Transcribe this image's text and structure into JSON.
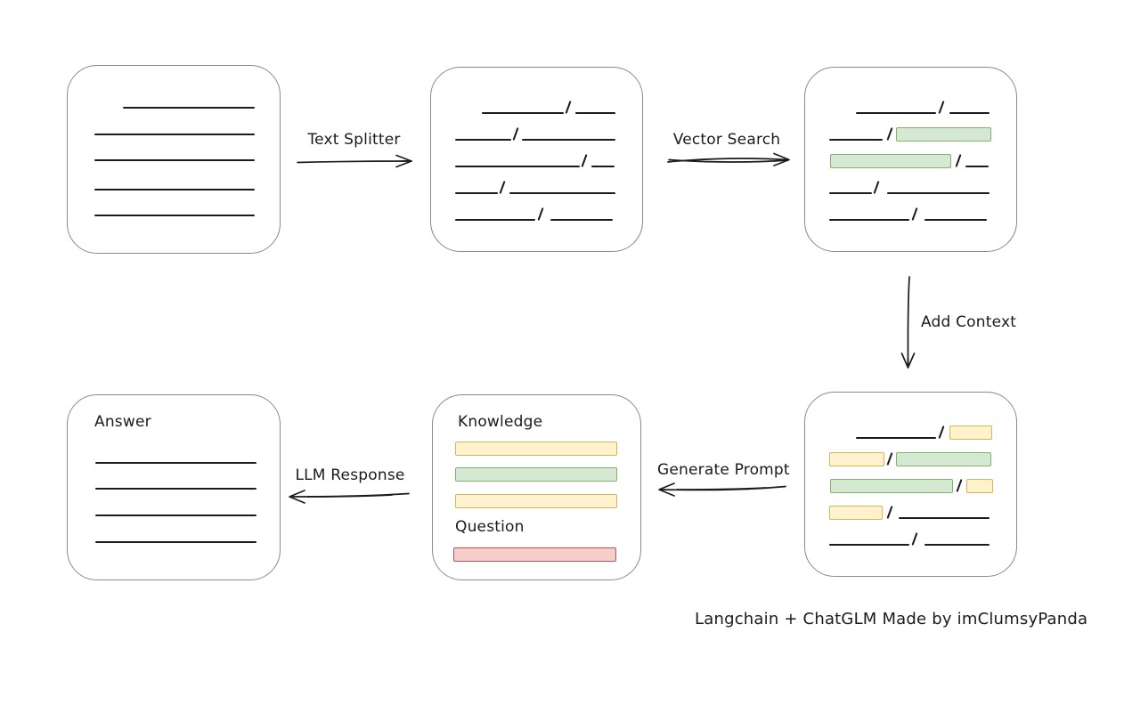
{
  "diagram": {
    "arrow_labels": {
      "text_splitter": "Text Splitter",
      "vector_search": "Vector Search",
      "add_context": "Add Context",
      "generate_prompt": "Generate Prompt",
      "llm_response": "LLM Response"
    },
    "nodes": {
      "document": {
        "description": "source document with text lines"
      },
      "split_text": {
        "description": "document split into chunks separated by slashes"
      },
      "search_results": {
        "description": "split chunks with matched chunks highlighted green"
      },
      "context_chunks": {
        "description": "chunks highlighted green (matched) and yellow (context)"
      },
      "prompt": {
        "knowledge_label": "Knowledge",
        "question_label": "Question"
      },
      "answer": {
        "title": "Answer"
      }
    },
    "caption": "Langchain + ChatGLM Made by imClumsyPanda",
    "colors": {
      "box_stroke": "#8a8a8a",
      "stroke_line": "#1b1b1b",
      "green_fill": "#d5e8d4",
      "green_stroke": "#82b366",
      "yellow_fill": "#fff2cc",
      "yellow_stroke": "#d6b656",
      "red_fill": "#f8cecc",
      "red_stroke": "#b85450"
    }
  }
}
